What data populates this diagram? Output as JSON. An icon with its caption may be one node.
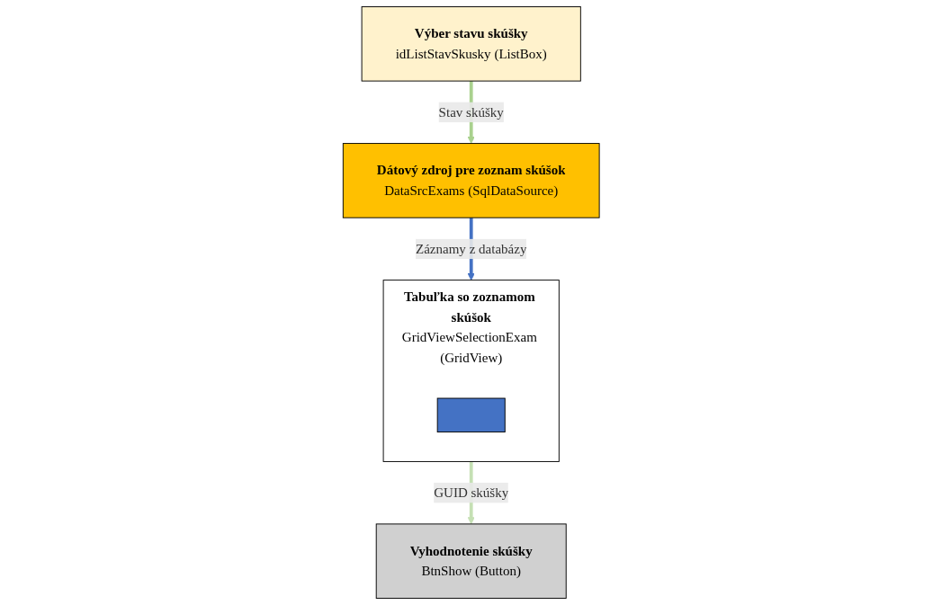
{
  "diagram": {
    "nodes": [
      {
        "text": [
          "Výber stavu skúšky",
          "idListStavSkusky (ListBox)"
        ]
      },
      {
        "text": [
          "Vyhodnotenie skúšky",
          "BtnShow (Button)"
        ]
      },
      {
        "text": [
          "Tabuľka so zoznamom skúšok",
          "GridViewSelectionExam (GridView)"
        ]
      },
      {
        "text": [],
        "shape": "box",
        "in": 2
      },
      {
        "text": [
          "Dátový zdroj pre zoznam skúšok",
          "DataSrcExams (SqlDataSource)"
        ]
      }
    ],
    "edges": [
      {
        "from": 0,
        "to": 4,
        "arrow": "to",
        "label": "Stav skúšky",
        "color": "#a9d18e"
      },
      {
        "from": 4,
        "to": 2,
        "arrow": "to",
        "label": "Záznamy z databázy",
        "color": "#4472c4"
      },
      {
        "from": 2,
        "to": 1,
        "arrow": "to",
        "label": "GUID skúšky",
        "color": "#c5e0b4"
      }
    ]
  }
}
